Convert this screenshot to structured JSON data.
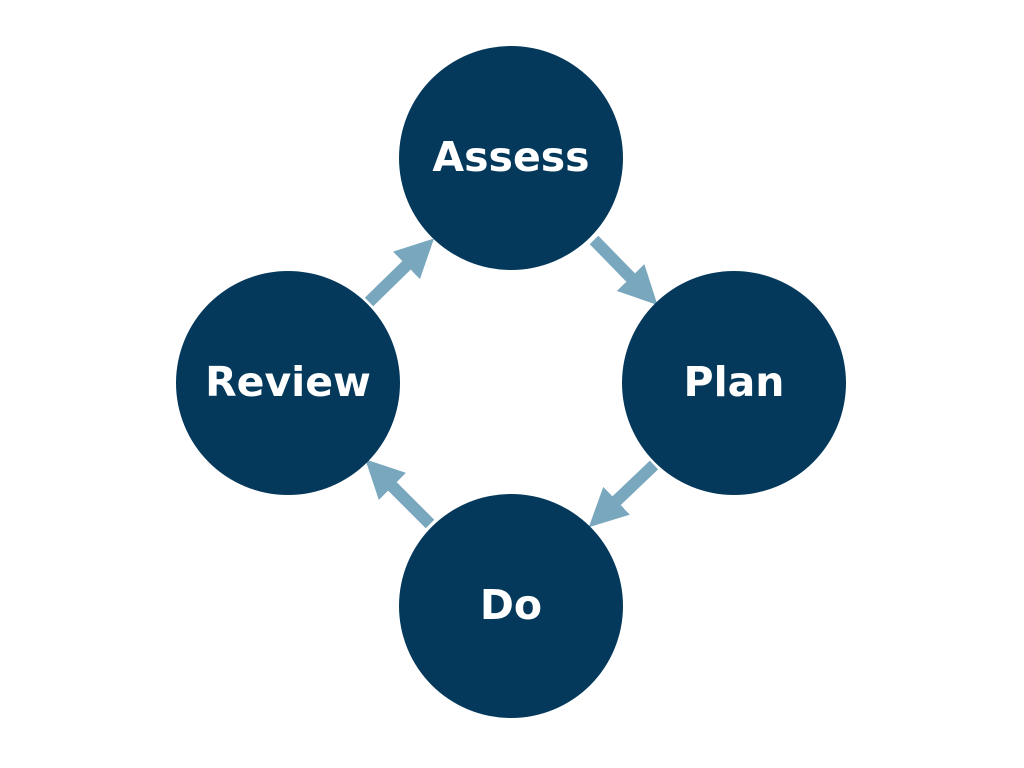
{
  "colors": {
    "node_fill": "#04395c",
    "arrow": "#79a7bd",
    "label": "#ffffff",
    "background": "#ffffff"
  },
  "cycle": {
    "nodes": [
      {
        "id": "assess",
        "label": "Assess"
      },
      {
        "id": "plan",
        "label": "Plan"
      },
      {
        "id": "do",
        "label": "Do"
      },
      {
        "id": "review",
        "label": "Review"
      }
    ],
    "arrows": [
      {
        "from": "assess",
        "to": "plan"
      },
      {
        "from": "plan",
        "to": "do"
      },
      {
        "from": "do",
        "to": "review"
      },
      {
        "from": "review",
        "to": "assess"
      }
    ]
  }
}
